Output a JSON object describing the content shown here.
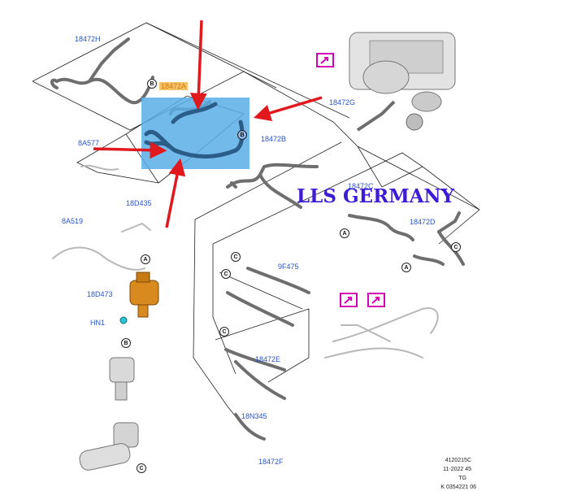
{
  "diagram": {
    "part_labels": {
      "p18472H": "18472H",
      "p18472A": "18472A",
      "p8A577": "8A577",
      "p18D435": "18D435",
      "p8A519": "8A519",
      "p18D473": "18D473",
      "pHN1": "HN1",
      "p18472G": "18472G",
      "p18472B": "18472B",
      "p18472C": "18472C",
      "p18472D": "18472D",
      "p9F475": "9F475",
      "p18472E": "18472E",
      "p18N345": "18N345",
      "p18472F": "18472F"
    },
    "callouts": {
      "a1": "A",
      "a2": "A",
      "a3": "A",
      "b1": "B",
      "b2": "B",
      "b3": "B",
      "c1": "C",
      "c2": "C",
      "c3": "C",
      "c4": "C",
      "c5": "C"
    },
    "reference_block": {
      "line1": "4120215C",
      "line2": "11-2022 45",
      "line3": "TG",
      "line4": "K 0354221 06"
    },
    "watermark": "LLS GERMANY",
    "colors": {
      "label_blue": "#2b55c8",
      "highlight_box": "#58aee6",
      "arrow_red": "#e0191e",
      "magnify_magenta": "#d600b5",
      "pump_orange": "#d98a1e",
      "watermark_purple": "#3e1bd6"
    },
    "icons": [
      "magnify-icon",
      "pump-icon",
      "red-arrow-icon"
    ]
  }
}
